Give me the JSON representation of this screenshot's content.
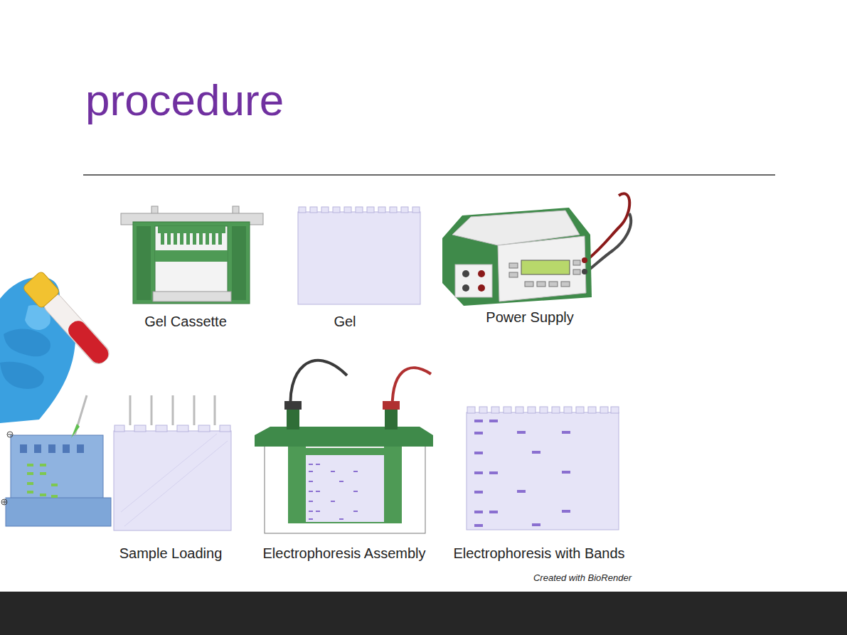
{
  "diagram": {
    "title": "procedure",
    "labels": [
      "Gel Cassette",
      "Gel",
      "Power Supply",
      "Sample Loading",
      "Electrophoresis Assembly",
      "Electrophoresis with Bands",
      "Created with BioRender"
    ]
  }
}
